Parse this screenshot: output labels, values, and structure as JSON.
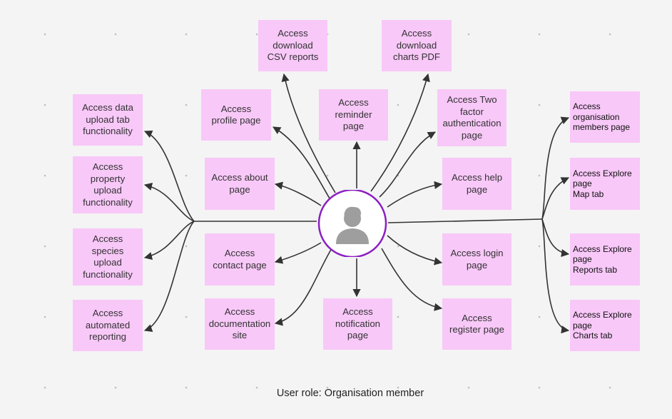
{
  "diagram": {
    "caption": "User role: Organisation member",
    "note_color": "#f8c8f8",
    "edge_color": "#333333",
    "avatar": {
      "icon": "user-icon",
      "ring_color": "#8a1fc1",
      "figure_color": "#9e9e9e"
    },
    "nodes": [
      {
        "id": "csv",
        "label": "Access\ndownload\nCSV reports"
      },
      {
        "id": "pdf",
        "label": "Access\ndownload\ncharts PDF"
      },
      {
        "id": "data-upload",
        "label": "Access data\nupload tab\nfunctionality"
      },
      {
        "id": "property-upload",
        "label": "Access\nproperty\nupload\nfunctionality"
      },
      {
        "id": "species-upload",
        "label": "Access\nspecies\nupload\nfunctionality"
      },
      {
        "id": "automated-reporting",
        "label": "Access\nautomated\nreporting"
      },
      {
        "id": "profile",
        "label": "Access\nprofile page"
      },
      {
        "id": "reminder",
        "label": "Access\nreminder\npage"
      },
      {
        "id": "two-factor",
        "label": "Access Two\nfactor\nauthentication\npage"
      },
      {
        "id": "about",
        "label": "Access about\npage"
      },
      {
        "id": "help",
        "label": "Access help\npage"
      },
      {
        "id": "contact",
        "label": "Access\ncontact page"
      },
      {
        "id": "login",
        "label": "Access login\npage"
      },
      {
        "id": "documentation",
        "label": "Access\ndocumentation\nsite"
      },
      {
        "id": "notification",
        "label": "Access\nnotification\npage"
      },
      {
        "id": "register",
        "label": "Access\nregister page"
      },
      {
        "id": "org-members",
        "label": "Access\norganisation\nmembers page"
      },
      {
        "id": "explore-map",
        "label": "Access Explore\npage\nMap tab"
      },
      {
        "id": "explore-reports",
        "label": "Access Explore\npage\nReports tab"
      },
      {
        "id": "explore-charts",
        "label": "Access Explore\npage\nCharts tab"
      }
    ]
  }
}
